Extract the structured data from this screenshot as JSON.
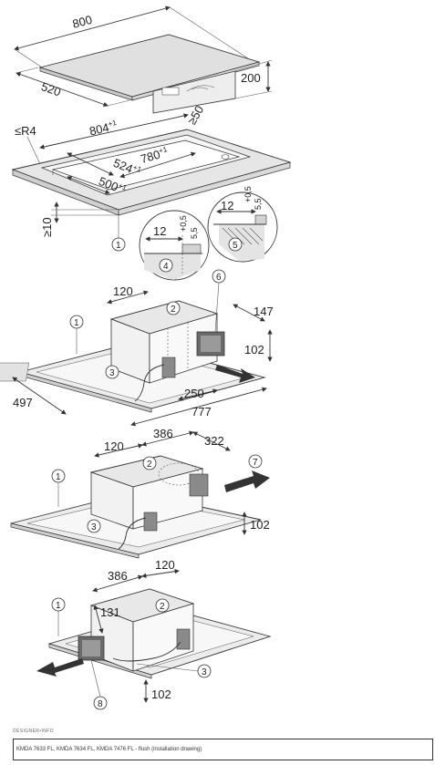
{
  "top_hob": {
    "width": "800",
    "depth": "520",
    "height": "200"
  },
  "cutout": {
    "radius": "≤R4",
    "outer_width": "804",
    "outer_width_tol": "+1",
    "clearance": "≥50",
    "inner_width": "780",
    "inner_width_tol": "+1",
    "depth_outer": "524",
    "depth_outer_tol": "+1",
    "depth_inner": "500",
    "depth_inner_tol": "+1",
    "min_worktop": "≥10",
    "callout": "1"
  },
  "detail_4": {
    "width": "12",
    "tol": "+0,5",
    "height": "5,5",
    "callout": "4"
  },
  "detail_5": {
    "width": "12",
    "tol": "+0,5",
    "height": "5,5",
    "callout": "5"
  },
  "view_a": {
    "dims": {
      "top": "120",
      "side": "147",
      "height": "102",
      "front": "250",
      "length": "777",
      "depth": "497"
    },
    "callouts": [
      "1",
      "2",
      "3",
      "6"
    ]
  },
  "view_b": {
    "dims": {
      "left": "120",
      "middle": "386",
      "right": "322",
      "height": "102"
    },
    "callouts": [
      "1",
      "2",
      "3",
      "7"
    ]
  },
  "view_c": {
    "dims": {
      "width": "386",
      "right": "120",
      "side": "131",
      "height": "102"
    },
    "callouts": [
      "1",
      "2",
      "3",
      "8"
    ]
  },
  "footer": {
    "doc_label": "DESIGNER•INFO",
    "caption": "KMDA 7633 FL, KMDA 7634 FL, KMDA 7476 FL - flush (installation drawing)"
  },
  "colors": {
    "line": "#333333",
    "plate": "#e0e0e0",
    "plate_dark": "#c9c9c9",
    "recess": "#d3d3d3"
  }
}
